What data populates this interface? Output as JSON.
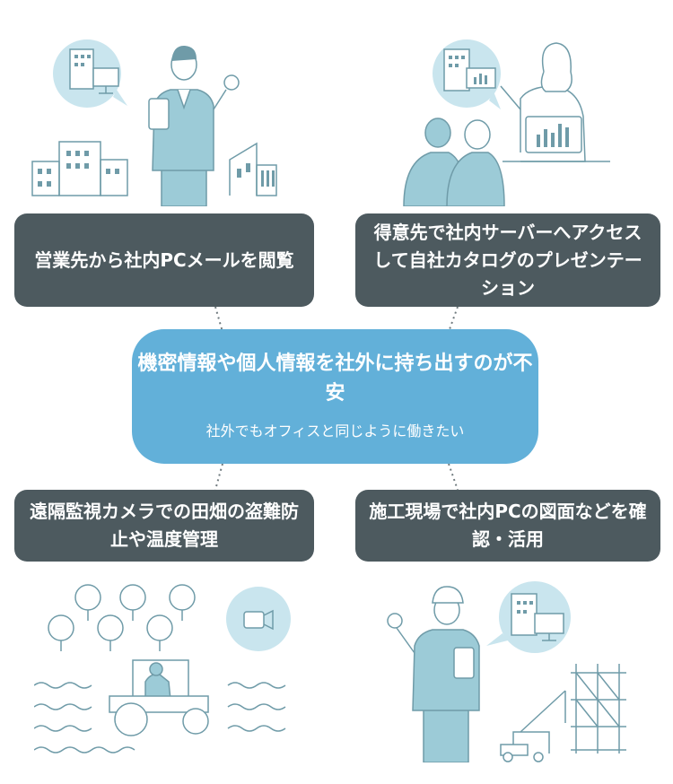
{
  "cards": {
    "top_left": "営業先から社内PCメールを閲覧",
    "top_right": "得意先で社内サーバーへアクセスして自社カタログのプレゼンテーション",
    "bottom_left": "遠隔監視カメラでの田畑の盗難防止や温度管理",
    "bottom_right": "施工現場で社内PCの図面などを確認・活用"
  },
  "center": {
    "title": "機密情報や個人情報を社外に持ち出すのが不安",
    "subtitle": "社外でもオフィスと同じように働きたい"
  },
  "colors": {
    "box_dark": "#4d5a5f",
    "center_blue": "#62b0d9",
    "illus_fill": "#9ccbd7",
    "illus_light": "#c9e5ee",
    "illus_line": "#6f9ba8"
  },
  "icons": {
    "top_left": "office-worker-with-tablet-icon",
    "top_right": "presentation-icon",
    "bottom_left": "farm-tractor-camera-icon",
    "bottom_right": "construction-worker-icon"
  }
}
